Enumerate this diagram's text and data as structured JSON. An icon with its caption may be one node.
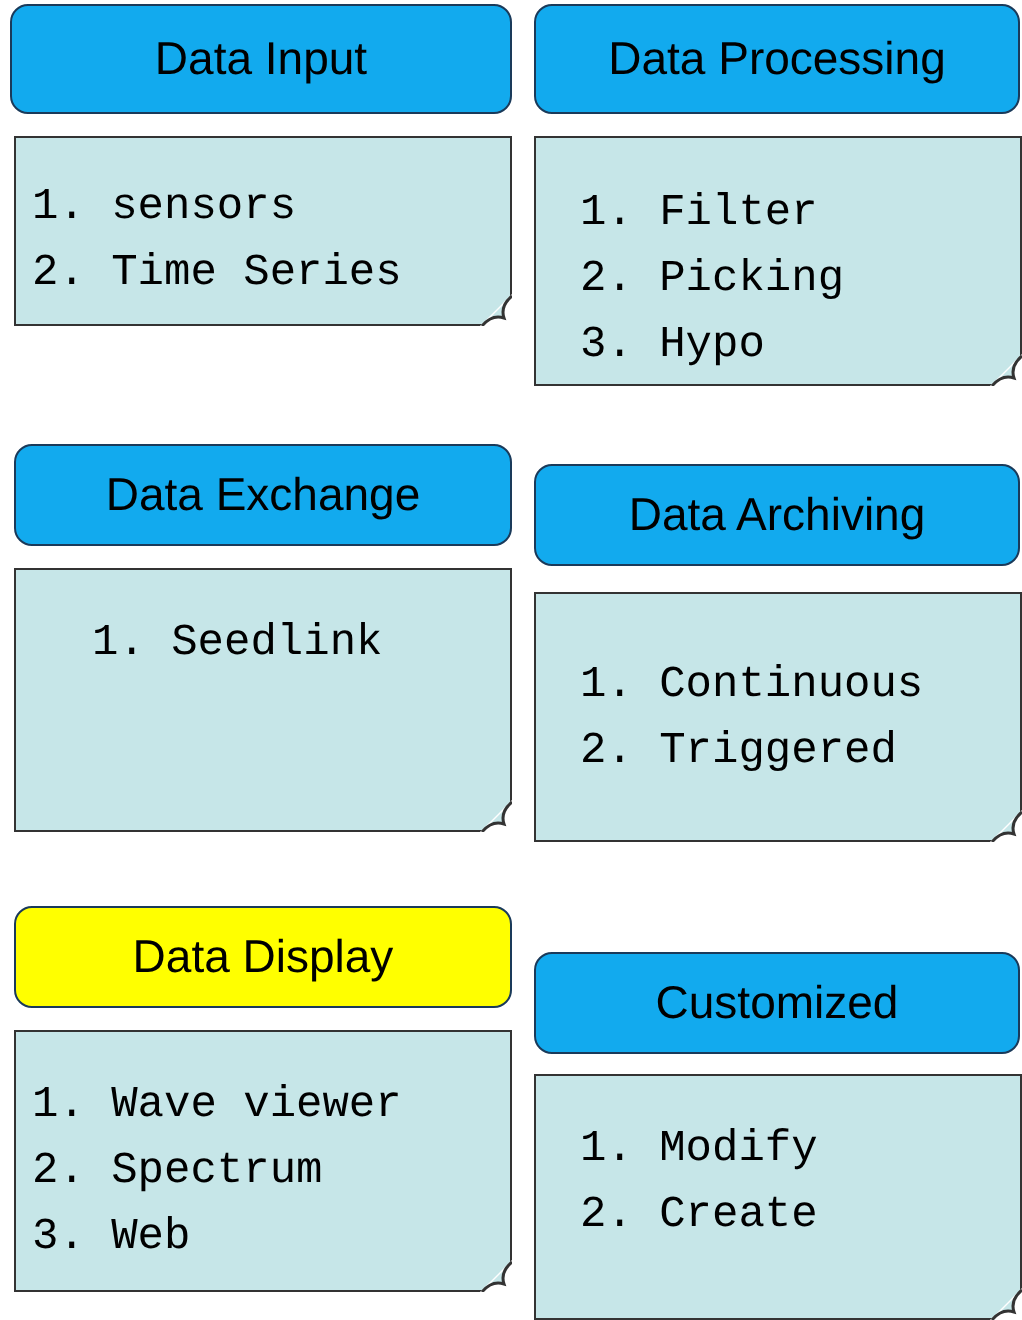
{
  "diagram": {
    "nodes": [
      {
        "text": [
          "Data Input"
        ]
      },
      {
        "text": [
          "Data Processing"
        ]
      },
      {
        "text": [
          "1. sensors",
          "2. Time Series"
        ]
      },
      {
        "text": [
          "1. Filter",
          "2. Picking",
          "3. Hypo"
        ]
      },
      {
        "text": [
          "Data Exchange"
        ]
      },
      {
        "text": [
          "Data Archiving"
        ]
      },
      {
        "text": [
          "1. Seedlink"
        ]
      },
      {
        "text": [
          "1. Continuous",
          "2. Triggered"
        ]
      },
      {
        "text": [
          "Data Display"
        ]
      },
      {
        "text": [
          "Customized"
        ]
      },
      {
        "text": [
          "1. Wave viewer",
          "2. Spectrum",
          "3. Web"
        ]
      },
      {
        "text": [
          "1. Modify",
          "2. Create"
        ]
      }
    ]
  }
}
